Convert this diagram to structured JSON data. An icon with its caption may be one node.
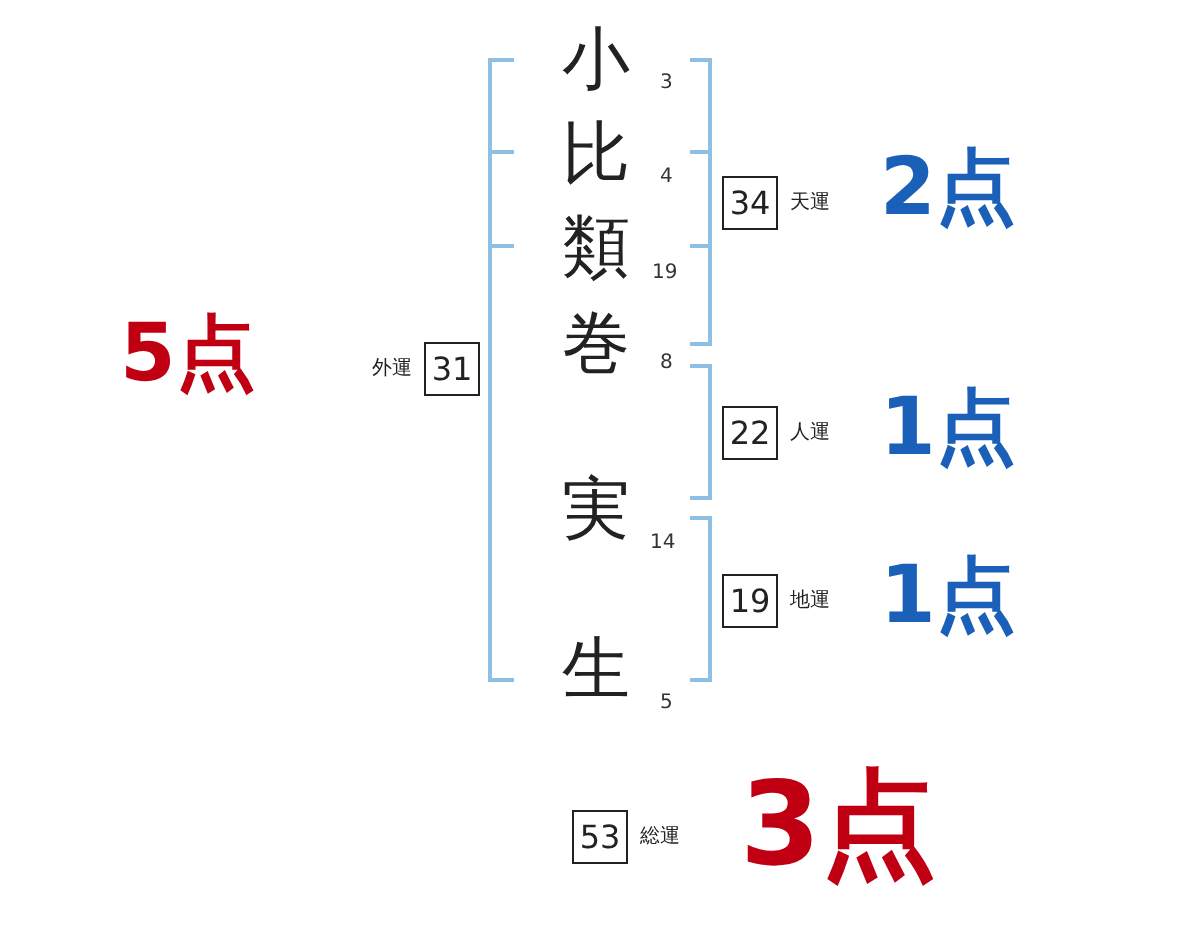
{
  "diagram": {
    "nodes": [
      {
        "text": [
          "34"
        ],
        "beside": [
          "天運",
          "2点"
        ]
      },
      {
        "text": [
          "31"
        ],
        "beside": [
          "外運",
          "5点"
        ]
      },
      {
        "text": [
          "22"
        ],
        "beside": [
          "人運",
          "1点"
        ]
      },
      {
        "text": [
          "19"
        ],
        "beside": [
          "地運",
          "1点"
        ]
      },
      {
        "text": [
          "53"
        ],
        "beside": [
          "総運",
          "3点"
        ]
      }
    ],
    "labels": [
      "小",
      "3",
      "比",
      "4",
      "類",
      "19",
      "巻",
      "8",
      "実",
      "14",
      "生",
      "5"
    ]
  }
}
